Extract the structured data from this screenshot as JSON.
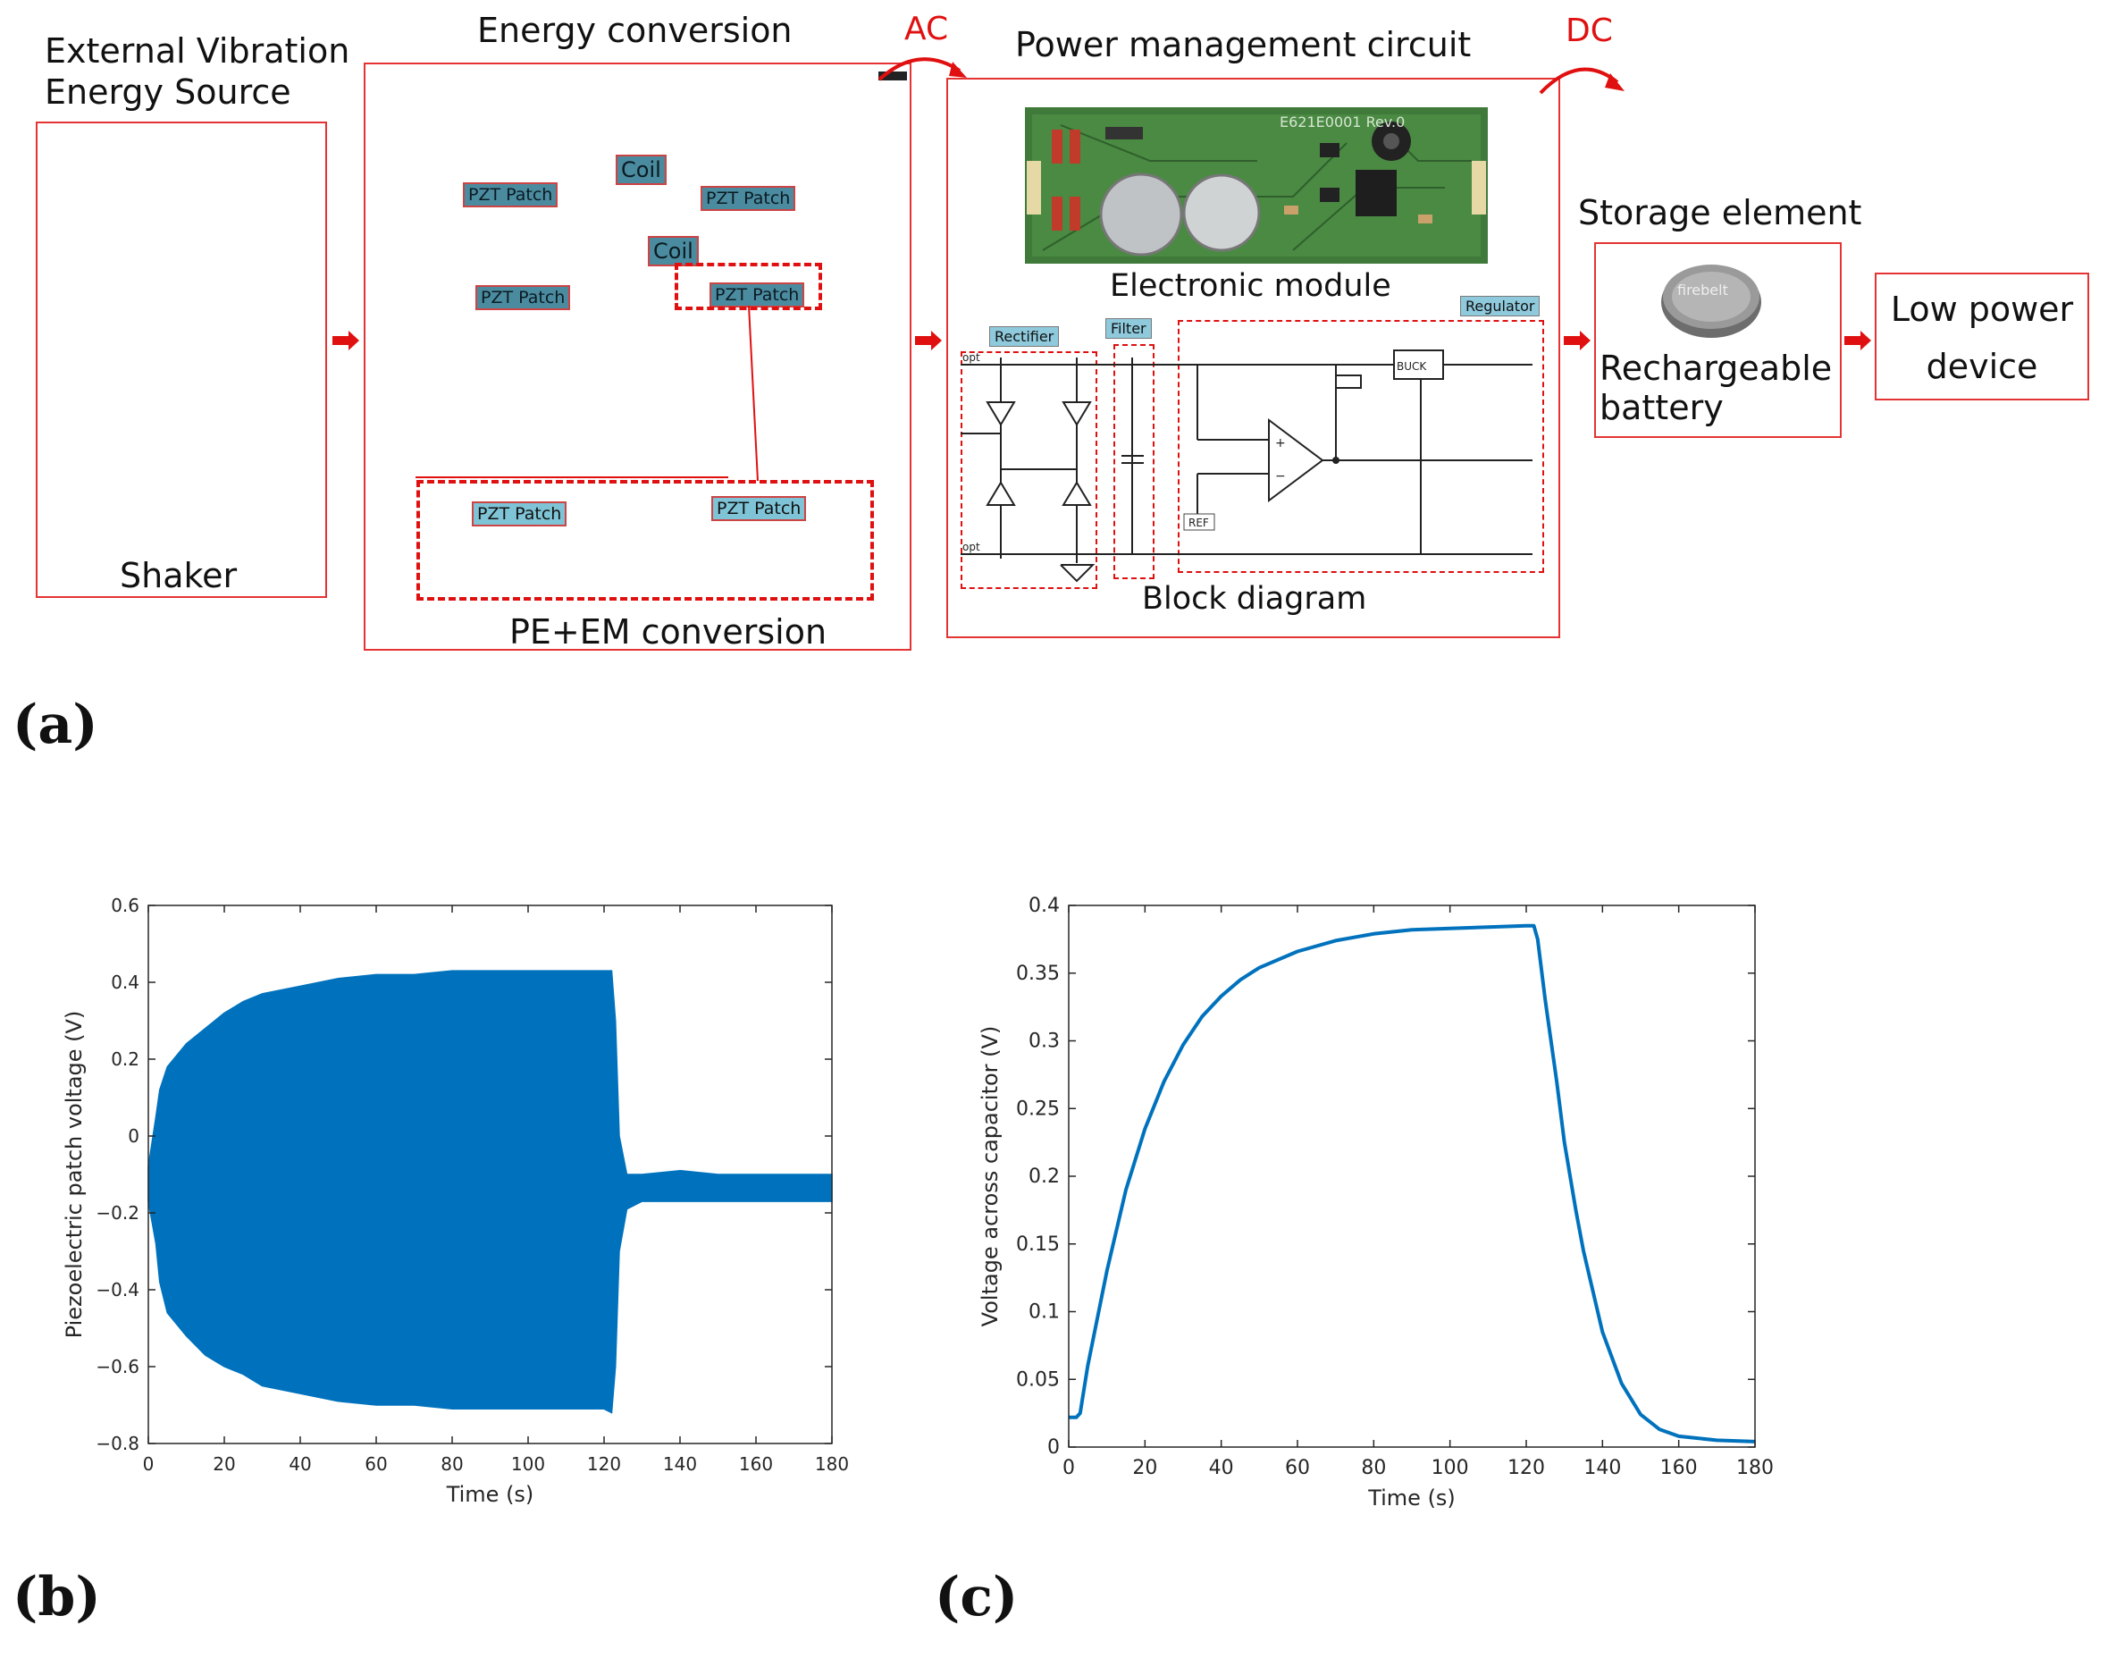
{
  "panel_a": {
    "label": "(a)",
    "source_title": "External Vibration\nEnergy Source",
    "shaker_label": "Shaker",
    "energy_title": "Energy conversion",
    "conversion_caption": "PE+EM conversion",
    "tags": {
      "pzt1": "PZT Patch",
      "pzt2": "PZT Patch",
      "pzt3": "PZT Patch",
      "pzt4": "PZT Patch",
      "pzt5": "PZT Patch",
      "pzt6": "PZT Patch",
      "coil1": "Coil",
      "coil2": "Coil"
    },
    "ac_label": "AC",
    "dc_label": "DC",
    "pmc_title": "Power management circuit",
    "pcb_text": "E621E0001 Rev.0",
    "electronic_module": "Electronic module",
    "rectifier": "Rectifier",
    "filter": "Filter",
    "regulator": "Regulator",
    "buck": "BUCK",
    "ref": "REF",
    "opt_top": "opt",
    "opt_bottom": "opt",
    "block_diagram": "Block diagram",
    "storage_title": "Storage element",
    "battery_label": "Rechargeable\nbattery",
    "battery_brand": "firebelt",
    "output_label": "Low power\ndevice",
    "accent_color": "#e01010",
    "tag_color": "#7ec4d6"
  },
  "panel_b_label": "(b)",
  "panel_c_label": "(c)",
  "chart_data": [
    {
      "type": "area",
      "xlabel": "Time (s)",
      "ylabel": "Piezoelectric patch voltage (V)",
      "xlim": [
        0,
        180
      ],
      "ylim": [
        -0.8,
        0.6
      ],
      "xticks": [
        "0",
        "20",
        "40",
        "60",
        "80",
        "100",
        "120",
        "140",
        "160",
        "180"
      ],
      "yticks": [
        "-0.8",
        "-0.6",
        "-0.4",
        "-0.2",
        "0",
        "0.2",
        "0.4",
        "0.6"
      ],
      "grid": false,
      "color": "#0072bd",
      "series": [
        {
          "x": [
            0,
            2,
            3,
            5,
            10,
            15,
            20,
            25,
            30,
            40,
            50,
            60,
            70,
            80,
            90,
            100,
            110,
            120,
            122,
            123,
            124,
            126,
            130,
            140,
            150,
            160,
            170,
            180
          ],
          "upper": [
            -0.08,
            0.05,
            0.12,
            0.18,
            0.24,
            0.28,
            0.32,
            0.35,
            0.37,
            0.39,
            0.41,
            0.42,
            0.42,
            0.43,
            0.43,
            0.43,
            0.43,
            0.43,
            0.43,
            0.3,
            0.0,
            -0.1,
            -0.1,
            -0.09,
            -0.1,
            -0.1,
            -0.1,
            -0.1
          ],
          "lower": [
            -0.17,
            -0.28,
            -0.38,
            -0.46,
            -0.52,
            -0.57,
            -0.6,
            -0.62,
            -0.65,
            -0.67,
            -0.69,
            -0.7,
            -0.7,
            -0.71,
            -0.71,
            -0.71,
            -0.71,
            -0.71,
            -0.72,
            -0.6,
            -0.3,
            -0.19,
            -0.17,
            -0.17,
            -0.17,
            -0.17,
            -0.17,
            -0.17
          ]
        }
      ]
    },
    {
      "type": "line",
      "xlabel": "Time (s)",
      "ylabel": "Voltage across capacitor (V)",
      "xlim": [
        0,
        180
      ],
      "ylim": [
        0,
        0.4
      ],
      "xticks": [
        "0",
        "20",
        "40",
        "60",
        "80",
        "100",
        "120",
        "140",
        "160",
        "180"
      ],
      "yticks": [
        "0",
        "0.05",
        "0.1",
        "0.15",
        "0.2",
        "0.25",
        "0.3",
        "0.35",
        "0.4"
      ],
      "grid": false,
      "color": "#0072bd",
      "series": [
        {
          "x": [
            0,
            2,
            3,
            5,
            10,
            15,
            20,
            25,
            30,
            35,
            40,
            45,
            50,
            60,
            70,
            80,
            90,
            100,
            110,
            120,
            122,
            123,
            125,
            128,
            130,
            133,
            135,
            140,
            145,
            150,
            155,
            160,
            170,
            180
          ],
          "y": [
            0.022,
            0.022,
            0.025,
            0.06,
            0.13,
            0.19,
            0.235,
            0.27,
            0.297,
            0.318,
            0.333,
            0.345,
            0.354,
            0.366,
            0.374,
            0.379,
            0.382,
            0.383,
            0.384,
            0.385,
            0.385,
            0.375,
            0.33,
            0.27,
            0.225,
            0.175,
            0.145,
            0.085,
            0.047,
            0.024,
            0.013,
            0.008,
            0.005,
            0.004
          ]
        }
      ]
    }
  ]
}
